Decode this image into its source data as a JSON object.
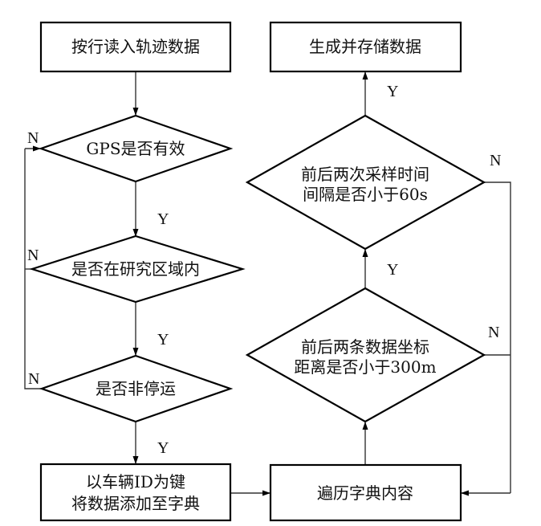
{
  "diagram": {
    "type": "flowchart",
    "nodes": {
      "read_data": {
        "kind": "process",
        "lines": [
          "按行读入轨迹数据"
        ]
      },
      "gps_valid": {
        "kind": "decision",
        "lines": [
          "GPS是否有效"
        ]
      },
      "in_region": {
        "kind": "decision",
        "lines": [
          "是否在研究区域内"
        ]
      },
      "not_stopped": {
        "kind": "decision",
        "lines": [
          "是否非停运"
        ]
      },
      "add_to_dict": {
        "kind": "process",
        "lines": [
          "以车辆ID为键",
          "将数据添加至字典"
        ]
      },
      "traverse_dict": {
        "kind": "process",
        "lines": [
          "遍历字典内容"
        ]
      },
      "distance_check": {
        "kind": "decision",
        "lines": [
          "前后两条数据坐标",
          "距离是否小于300m"
        ]
      },
      "time_check": {
        "kind": "decision",
        "lines": [
          "前后两次采样时间",
          "间隔是否小于60s"
        ]
      },
      "store_data": {
        "kind": "process",
        "lines": [
          "生成并存储数据"
        ]
      }
    },
    "edge_labels": {
      "gps_valid_no": "N",
      "gps_valid_yes": "Y",
      "in_region_no": "N",
      "in_region_yes": "Y",
      "not_stopped_no": "N",
      "not_stopped_yes": "Y",
      "distance_check_yes": "Y",
      "distance_check_no": "N",
      "time_check_yes": "Y",
      "time_check_no": "N"
    },
    "edges": [
      {
        "from": "read_data",
        "to": "gps_valid",
        "label": ""
      },
      {
        "from": "gps_valid",
        "to": "in_region",
        "label": "Y"
      },
      {
        "from": "gps_valid",
        "to": "gps_valid",
        "label": "N"
      },
      {
        "from": "in_region",
        "to": "not_stopped",
        "label": "Y"
      },
      {
        "from": "in_region",
        "to": "gps_valid",
        "label": "N"
      },
      {
        "from": "not_stopped",
        "to": "add_to_dict",
        "label": "Y"
      },
      {
        "from": "not_stopped",
        "to": "gps_valid",
        "label": "N"
      },
      {
        "from": "add_to_dict",
        "to": "traverse_dict",
        "label": ""
      },
      {
        "from": "traverse_dict",
        "to": "distance_check",
        "label": ""
      },
      {
        "from": "distance_check",
        "to": "time_check",
        "label": "Y"
      },
      {
        "from": "distance_check",
        "to": "traverse_dict",
        "label": "N"
      },
      {
        "from": "time_check",
        "to": "store_data",
        "label": "Y"
      },
      {
        "from": "time_check",
        "to": "traverse_dict",
        "label": "N"
      }
    ]
  }
}
